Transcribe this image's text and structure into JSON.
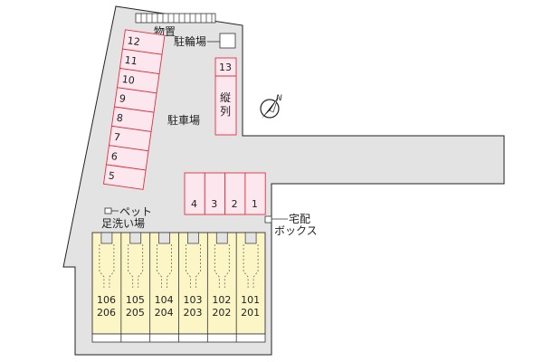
{
  "labels": {
    "storage": "物置",
    "bicycle_parking": "駐輪場",
    "parking": "駐車場",
    "parking_tandem_a": "縦",
    "parking_tandem_b": "列",
    "pet_wash_a": "ペット",
    "pet_wash_b": "足洗い場",
    "delivery_box_a": "宅配",
    "delivery_box_b": "ボックス",
    "north": "N"
  },
  "parking_left": [
    "12",
    "11",
    "10",
    "9",
    "8",
    "7",
    "6",
    "5"
  ],
  "parking_right_slot": "13",
  "parking_bottom": [
    "4",
    "3",
    "2",
    "1"
  ],
  "units": [
    {
      "upper": "106",
      "lower": "206"
    },
    {
      "upper": "105",
      "lower": "205"
    },
    {
      "upper": "104",
      "lower": "204"
    },
    {
      "upper": "103",
      "lower": "203"
    },
    {
      "upper": "102",
      "lower": "202"
    },
    {
      "upper": "101",
      "lower": "201"
    }
  ],
  "colors": {
    "ground": "#e3e3e3",
    "parking_fill": "#fde7ee",
    "parking_stroke": "#e0303f",
    "building_fill": "#fcf6c7"
  }
}
